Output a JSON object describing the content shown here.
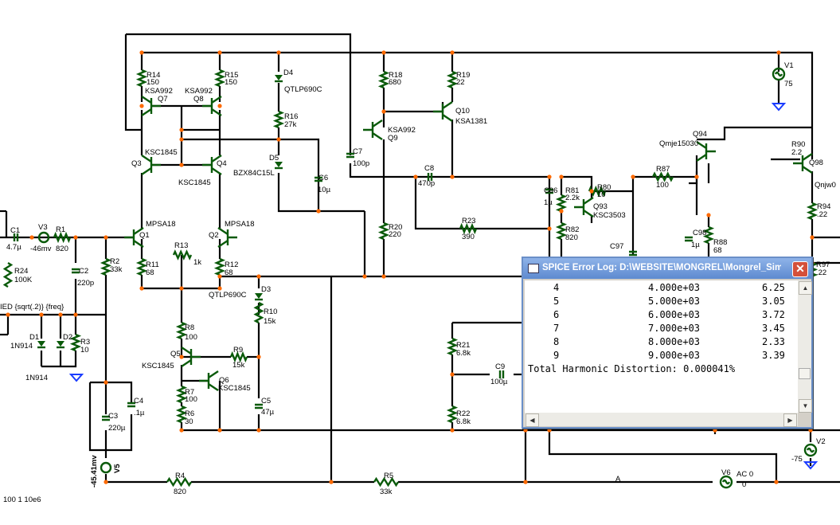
{
  "dialog": {
    "title": "SPICE Error Log: D:\\WEBSITE\\MONGREL\\Mongrel_Simulatio...",
    "close_glyph": "✕",
    "rows": [
      {
        "n": "4",
        "freq": "4.000e+03",
        "pct": "6.25"
      },
      {
        "n": "5",
        "freq": "5.000e+03",
        "pct": "3.05"
      },
      {
        "n": "6",
        "freq": "6.000e+03",
        "pct": "3.72"
      },
      {
        "n": "7",
        "freq": "7.000e+03",
        "pct": "3.45"
      },
      {
        "n": "8",
        "freq": "8.000e+03",
        "pct": "2.33"
      },
      {
        "n": "9",
        "freq": "9.000e+03",
        "pct": "3.39"
      }
    ],
    "thd_line": "Total Harmonic Distortion: 0.000041%",
    "scroll_up": "▲",
    "scroll_down": "▼",
    "scroll_left": "◀",
    "scroll_right": "▶"
  },
  "labels": [
    {
      "id": "R14",
      "t": "R14"
    },
    {
      "id": "R14v",
      "t": "150"
    },
    {
      "id": "Q7t",
      "t": "KSA992"
    },
    {
      "id": "Q7",
      "t": "Q7"
    },
    {
      "id": "R15",
      "t": "R15"
    },
    {
      "id": "R15v",
      "t": "150"
    },
    {
      "id": "Q8t",
      "t": "KSA992"
    },
    {
      "id": "Q8",
      "t": "Q8"
    },
    {
      "id": "D4",
      "t": "D4"
    },
    {
      "id": "D4t",
      "t": "QTLP690C"
    },
    {
      "id": "R16",
      "t": "R16"
    },
    {
      "id": "R16v",
      "t": "27k"
    },
    {
      "id": "D5",
      "t": "D5"
    },
    {
      "id": "D5t",
      "t": "BZX84C15L"
    },
    {
      "id": "C6",
      "t": "C6"
    },
    {
      "id": "C6v",
      "t": "10µ"
    },
    {
      "id": "Q3t",
      "t": "KSC1845"
    },
    {
      "id": "Q3",
      "t": "Q3"
    },
    {
      "id": "Q4",
      "t": "Q4"
    },
    {
      "id": "Q4t",
      "t": "KSC1845"
    },
    {
      "id": "R18",
      "t": "R18"
    },
    {
      "id": "R18v",
      "t": "680"
    },
    {
      "id": "R19",
      "t": "R19"
    },
    {
      "id": "R19v",
      "t": "22"
    },
    {
      "id": "Q9t",
      "t": "KSA992"
    },
    {
      "id": "Q9",
      "t": "Q9"
    },
    {
      "id": "Q10",
      "t": "Q10"
    },
    {
      "id": "Q10t",
      "t": "KSA1381"
    },
    {
      "id": "C7",
      "t": "C7"
    },
    {
      "id": "C7v",
      "t": "100p"
    },
    {
      "id": "C8",
      "t": "C8"
    },
    {
      "id": "C8v",
      "t": "470p"
    },
    {
      "id": "V1",
      "t": "V1"
    },
    {
      "id": "V1v",
      "t": "75"
    },
    {
      "id": "C1",
      "t": "C1"
    },
    {
      "id": "C1v",
      "t": "4.7µ"
    },
    {
      "id": "V3",
      "t": "V3"
    },
    {
      "id": "V3v",
      "t": "-46mv"
    },
    {
      "id": "R1",
      "t": "R1"
    },
    {
      "id": "R1v",
      "t": "820"
    },
    {
      "id": "Q1t",
      "t": "MPSA18"
    },
    {
      "id": "Q1",
      "t": "Q1"
    },
    {
      "id": "Q2t",
      "t": "MPSA18"
    },
    {
      "id": "Q2",
      "t": "Q2"
    },
    {
      "id": "R13",
      "t": "R13"
    },
    {
      "id": "R13v",
      "t": "1k"
    },
    {
      "id": "R11",
      "t": "R11"
    },
    {
      "id": "R11v",
      "t": "68"
    },
    {
      "id": "R12",
      "t": "R12"
    },
    {
      "id": "R12v",
      "t": "68"
    },
    {
      "id": "R2",
      "t": "R2"
    },
    {
      "id": "R2v",
      "t": "33k"
    },
    {
      "id": "C2",
      "t": "C2"
    },
    {
      "id": "C2v",
      "t": "220p"
    },
    {
      "id": "R24",
      "t": "R24"
    },
    {
      "id": "R24v",
      "t": "100K"
    },
    {
      "id": "IEDt",
      "t": "IED {sqrt(.2)} {freq}"
    },
    {
      "id": "R20",
      "t": "R20"
    },
    {
      "id": "R20v",
      "t": "220"
    },
    {
      "id": "R23",
      "t": "R23"
    },
    {
      "id": "R23v",
      "t": "390"
    },
    {
      "id": "C96",
      "t": "C96"
    },
    {
      "id": "C96v",
      "t": "1µ"
    },
    {
      "id": "R81",
      "t": "R81"
    },
    {
      "id": "R81v",
      "t": "2.2k"
    },
    {
      "id": "R80",
      "t": "R80"
    },
    {
      "id": "R80v",
      "t": "10"
    },
    {
      "id": "Q93",
      "t": "Q93"
    },
    {
      "id": "Q93t",
      "t": "KSC3503"
    },
    {
      "id": "R82",
      "t": "R82"
    },
    {
      "id": "R82v",
      "t": "820"
    },
    {
      "id": "C97",
      "t": "C97"
    },
    {
      "id": "R87",
      "t": "R87"
    },
    {
      "id": "R87v",
      "t": "100"
    },
    {
      "id": "Q94",
      "t": "Q94"
    },
    {
      "id": "Q94t",
      "t": "Qmje15030"
    },
    {
      "id": "C98",
      "t": "C98"
    },
    {
      "id": "C98v",
      "t": "1µ"
    },
    {
      "id": "R88",
      "t": "R88"
    },
    {
      "id": "R88v",
      "t": "68"
    },
    {
      "id": "R90",
      "t": "R90"
    },
    {
      "id": "R90v",
      "t": "2.2"
    },
    {
      "id": "Q98",
      "t": "Q98"
    },
    {
      "id": "Q98t",
      "t": "Qnjw0"
    },
    {
      "id": "R94",
      "t": "R94"
    },
    {
      "id": "R94v",
      "t": ".22"
    },
    {
      "id": "R97",
      "t": "R97"
    },
    {
      "id": "R97v",
      "t": ".22"
    },
    {
      "id": "D3",
      "t": "D3"
    },
    {
      "id": "D3t",
      "t": "QTLP690C"
    },
    {
      "id": "R10",
      "t": "R10"
    },
    {
      "id": "R10v",
      "t": "15k"
    },
    {
      "id": "R8",
      "t": "R8"
    },
    {
      "id": "R8v",
      "t": "100"
    },
    {
      "id": "Q5",
      "t": "Q5"
    },
    {
      "id": "Q5t",
      "t": "KSC1845"
    },
    {
      "id": "R9",
      "t": "R9"
    },
    {
      "id": "R9v",
      "t": "15k"
    },
    {
      "id": "Q6",
      "t": "Q6"
    },
    {
      "id": "Q6t",
      "t": "KSC1845"
    },
    {
      "id": "R7",
      "t": "R7"
    },
    {
      "id": "R7v",
      "t": "100"
    },
    {
      "id": "R6",
      "t": "R6"
    },
    {
      "id": "R6v",
      "t": "30"
    },
    {
      "id": "C5",
      "t": "C5"
    },
    {
      "id": "C5v",
      "t": "47µ"
    },
    {
      "id": "D1",
      "t": "D1"
    },
    {
      "id": "D1t",
      "t": "1N914"
    },
    {
      "id": "D2",
      "t": "D2"
    },
    {
      "id": "D2t",
      "t": "1N914"
    },
    {
      "id": "R3",
      "t": "R3"
    },
    {
      "id": "R3v",
      "t": "10"
    },
    {
      "id": "C4",
      "t": "C4"
    },
    {
      "id": "C4v",
      "t": ".1µ"
    },
    {
      "id": "C3",
      "t": "C3"
    },
    {
      "id": "C3v",
      "t": "220µ"
    },
    {
      "id": "V5v",
      "t": "-45.41mv"
    },
    {
      "id": "V5",
      "t": "V5"
    },
    {
      "id": "R21",
      "t": "R21"
    },
    {
      "id": "R21v",
      "t": "6.8k"
    },
    {
      "id": "C9",
      "t": "C9"
    },
    {
      "id": "C9v",
      "t": "100µ"
    },
    {
      "id": "R22",
      "t": "R22"
    },
    {
      "id": "R22v",
      "t": "6.8k"
    },
    {
      "id": "V2",
      "t": "V2"
    },
    {
      "id": "V2v",
      "t": "-75"
    },
    {
      "id": "R4",
      "t": "R4"
    },
    {
      "id": "R4v",
      "t": "820"
    },
    {
      "id": "R5",
      "t": "R5"
    },
    {
      "id": "R5v",
      "t": "33k"
    },
    {
      "id": "netA",
      "t": "A"
    },
    {
      "id": "V6",
      "t": "V6"
    },
    {
      "id": "V6t",
      "t": "AC 0"
    },
    {
      "id": "V6v",
      "t": "0"
    },
    {
      "id": "tran",
      "t": "100 1 10e6"
    }
  ]
}
